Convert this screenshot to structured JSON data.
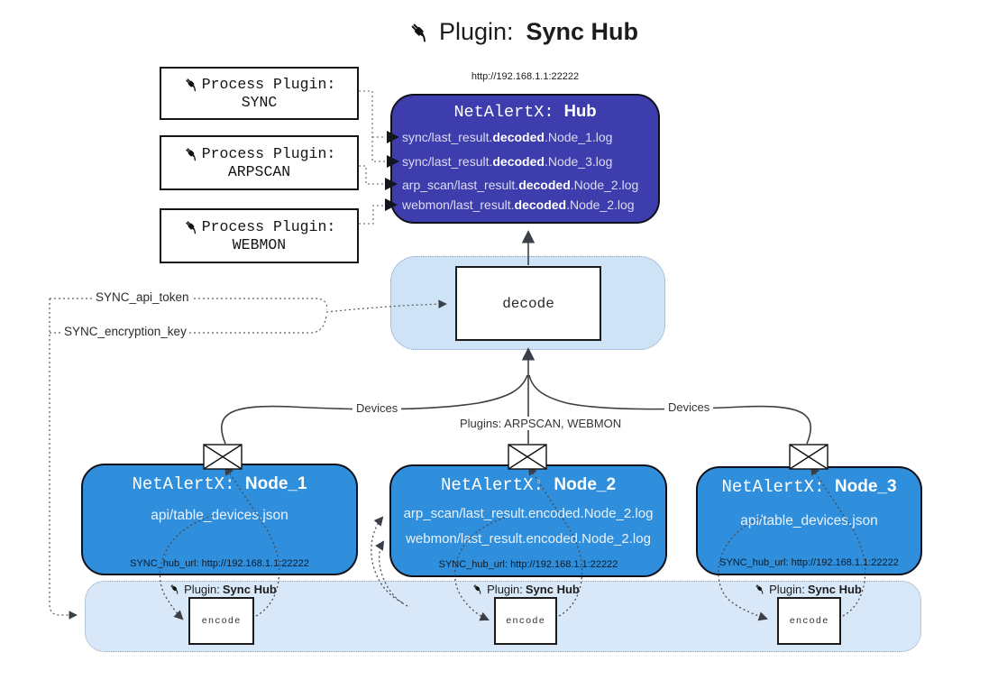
{
  "title": {
    "prefix": "Plugin:",
    "name": "Sync Hub"
  },
  "process_plugins": [
    {
      "label": "Process Plugin:",
      "name": "SYNC"
    },
    {
      "label": "Process Plugin:",
      "name": "ARPSCAN"
    },
    {
      "label": "Process Plugin:",
      "name": "WEBMON"
    }
  ],
  "hub": {
    "url": "http://192.168.1.1:22222",
    "title_prefix": "NetAlertX: ",
    "title_name": "Hub",
    "files": [
      {
        "pre": "sync/last_result.",
        "bold": "decoded",
        "post": ".Node_1.log"
      },
      {
        "pre": "sync/last_result.",
        "bold": "decoded",
        "post": ".Node_3.log"
      },
      {
        "pre": "arp_scan/last_result.",
        "bold": "decoded",
        "post": ".Node_2.log"
      },
      {
        "pre": "webmon/last_result.",
        "bold": "decoded",
        "post": ".Node_2.log"
      }
    ]
  },
  "decode": {
    "label": "decode"
  },
  "secrets": {
    "api_token": "SYNC_api_token",
    "encryption_key": "SYNC_encryption_key"
  },
  "flow_labels": {
    "devices_left": "Devices",
    "devices_right": "Devices",
    "plugins": "Plugins: ARPSCAN, WEBMON"
  },
  "nodes": [
    {
      "title_prefix": "NetAlertX: ",
      "title_name": "Node_1",
      "files": [
        "api/table_devices.json"
      ],
      "hub_url": "SYNC_hub_url: http://192.168.1.1:22222"
    },
    {
      "title_prefix": "NetAlertX: ",
      "title_name": "Node_2",
      "files": [
        "arp_scan/last_result.encoded.Node_2.log",
        "webmon/last_result.encoded.Node_2.log"
      ],
      "hub_url": "SYNC_hub_url: http://192.168.1.1:22222"
    },
    {
      "title_prefix": "NetAlertX: ",
      "title_name": "Node_3",
      "files": [
        "api/table_devices.json"
      ],
      "hub_url": "SYNC_hub_url: http://192.168.1.1:22222"
    }
  ],
  "encoder": {
    "plugin_prefix": "Plugin:",
    "plugin_name": "Sync Hub",
    "box_label": "encode"
  },
  "colors": {
    "hub_fill": "#3d3dae",
    "node_fill": "#2f8fdd",
    "decode_container_fill": "#cfe3f6",
    "encode_container_fill": "#d9e8f9",
    "line": "#3f3f3f"
  }
}
